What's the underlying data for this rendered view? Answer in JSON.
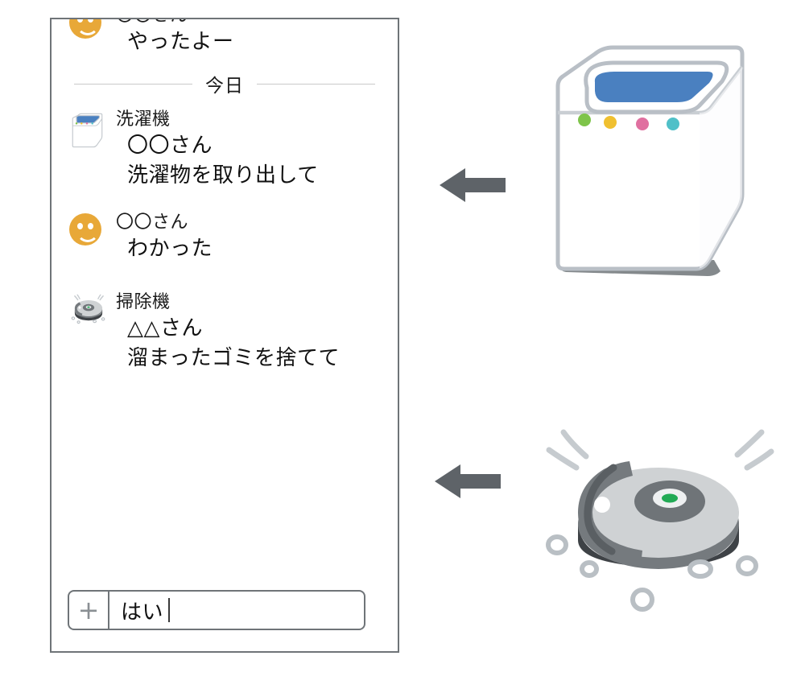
{
  "chat": {
    "panel_name": "chat-conversation-panel",
    "messages": [
      {
        "id": "msg-user-done",
        "avatar": "smiley-icon",
        "sender": "〇〇さん",
        "text": "やったよー",
        "clipped_top": true
      },
      {
        "id": "msg-washer-request",
        "avatar": "washing-machine-icon",
        "sender": "洗濯機",
        "text": "〇〇さん\n洗濯物を取り出して"
      },
      {
        "id": "msg-user-ack",
        "avatar": "smiley-icon",
        "sender": "〇〇さん",
        "text": "わかった"
      },
      {
        "id": "msg-vacuum-request",
        "avatar": "robot-vacuum-icon",
        "sender": "掃除機",
        "text": "△△さん\n溜まったゴミを捨てて"
      }
    ],
    "divider": {
      "label": "今日"
    },
    "input": {
      "plus_label": "+",
      "value": "はい",
      "placeholder": "",
      "caret_visible": true
    }
  },
  "devices": {
    "washing_machine": {
      "name": "washing-machine-illustration",
      "lid_color": "#4a80c0",
      "body_color": "#fefeff",
      "outline_color": "#b9bfc6",
      "shadow_color": "#6f7478",
      "buttons": [
        "#7ec44a",
        "#f0c030",
        "#e070a0",
        "#50c0c8"
      ]
    },
    "robot_vacuum": {
      "name": "robot-vacuum-illustration",
      "top_color": "#cfd2d4",
      "side_color": "#757a7e",
      "base_color": "#3e4246",
      "hub_color": "#6f7478",
      "led_color": "#22aa55",
      "motion_line_color": "#c6cbcf",
      "dust_color": "#b9bfc4"
    }
  },
  "arrows": [
    {
      "name": "arrow-washer-to-chat",
      "direction": "left",
      "color": "#5e6368"
    },
    {
      "name": "arrow-vacuum-to-chat",
      "direction": "left",
      "color": "#5e6368"
    }
  ]
}
